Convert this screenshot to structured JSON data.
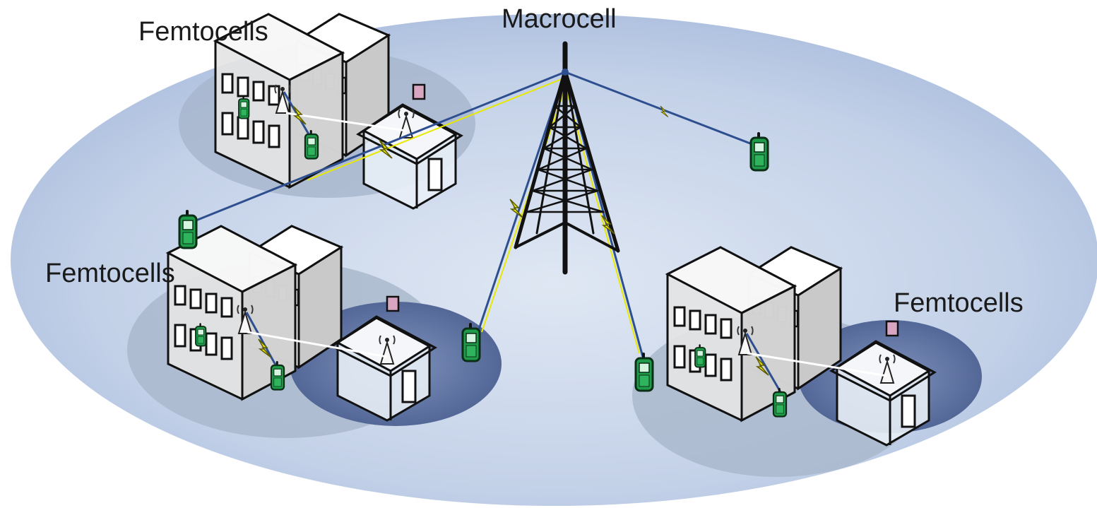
{
  "labels": {
    "macrocell": "Macrocell",
    "femto_top_left": "Femtocells",
    "femto_mid_left": "Femtocells",
    "femto_right": "Femtocells"
  },
  "icons": [
    "macrocell-tower-icon",
    "office-building-icon",
    "house-icon",
    "femtocell-antenna-icon",
    "mobile-phone-icon",
    "wireless-link-bolt-icon"
  ],
  "colors": {
    "coverage_ellipse": "#c3d1e8",
    "femto_zone_light": "#a9b7cc",
    "femto_zone_dark": "#5c6f9a",
    "link_line": "#2e4f8f",
    "bolt": "#f4f000",
    "phone": "#1f9c4a",
    "building_face": "#f2f2f2",
    "building_side": "#cfcfcf",
    "outline": "#111111"
  }
}
